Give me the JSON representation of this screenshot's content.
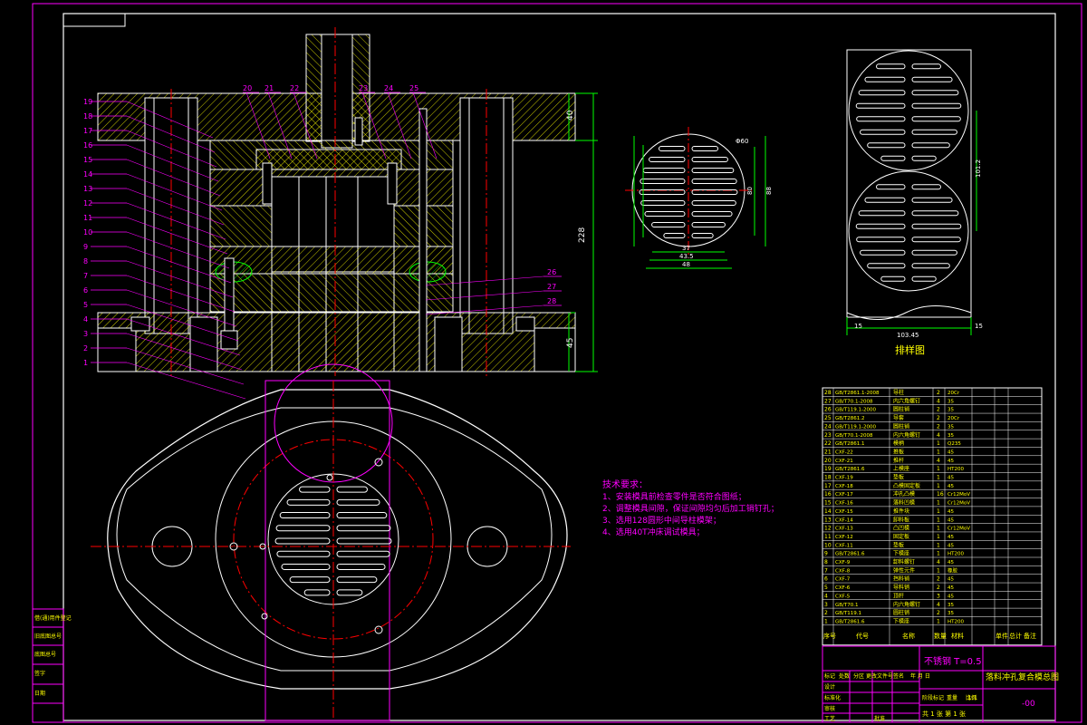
{
  "drawing": {
    "background": "#000000",
    "colors": {
      "frame": "#ff00ff",
      "outline": "#ffffff",
      "hatch": "#ffff00",
      "dimension": "#00ff00",
      "center": "#ff0000",
      "text": "#ff00ff"
    },
    "part_leaders_left": [
      "19",
      "18",
      "17",
      "16",
      "15",
      "14",
      "13",
      "12",
      "11",
      "10",
      "9",
      "8",
      "7",
      "6",
      "5",
      "4",
      "3",
      "2",
      "1"
    ],
    "part_leaders_top": [
      "20",
      "21",
      "22",
      "23",
      "24",
      "25"
    ],
    "part_leaders_right": [
      "26",
      "27",
      "28"
    ],
    "dims_section": {
      "top": "40",
      "height": "228",
      "bottom": "45"
    },
    "dims_part": {
      "d1": "Φ60",
      "d2": "80",
      "d3": "88",
      "w1": "37",
      "w2": "43.5",
      "w3": "48"
    },
    "strip": {
      "title": "排样图",
      "pitch": "101.2",
      "width": "103.45",
      "edge_left": "15",
      "edge_right": "15"
    },
    "tech_requirements": {
      "title": "技术要求：",
      "items": [
        "1、安装模具前检查零件是否符合图纸；",
        "2、调整模具间隙，保证间隙均匀后加工销钉孔；",
        "3、选用128圆形中间导柱模架；",
        "4、选用40T冲床调试模具；"
      ]
    },
    "title_block": {
      "material": "不锈钢 T=0.5",
      "drawing_name": "落料冲孔复合模总图",
      "scale": "1:1",
      "sheet_info": "共 1 张 第 1 张",
      "code": "-00",
      "revision_labels": [
        "标记",
        "处数",
        "分区",
        "更改文件号",
        "签名",
        "年 月 日"
      ],
      "role_labels": [
        "设计",
        "标准化",
        "审核",
        "工艺",
        "批准"
      ],
      "stage_labels": [
        "阶段标记",
        "重量",
        "比例"
      ]
    },
    "left_side_labels": [
      "借(通)用件登记",
      "旧底图总号",
      "底图总号",
      "签字",
      "日期"
    ],
    "bom_header": [
      "序号",
      "代号",
      "名称",
      "数量",
      "材料",
      "单件",
      "总计",
      "备注"
    ],
    "bom_rows": [
      [
        "28",
        "GB/T2861.1-2008",
        "导柱",
        "2",
        "20Cr"
      ],
      [
        "27",
        "GB/T70.1-2008",
        "内六角螺钉",
        "4",
        "35"
      ],
      [
        "26",
        "GB/T119.1-2000",
        "圆柱销",
        "2",
        "35"
      ],
      [
        "25",
        "GB/T2861.2",
        "导套",
        "2",
        "20Cr"
      ],
      [
        "24",
        "GB/T119.1-2000",
        "圆柱销",
        "2",
        "35"
      ],
      [
        "23",
        "GB/T70.1-2008",
        "内六角螺钉",
        "4",
        "35"
      ],
      [
        "22",
        "GB/T2861.1",
        "模柄",
        "1",
        "Q235"
      ],
      [
        "21",
        "CXF-22",
        "推板",
        "1",
        "45"
      ],
      [
        "20",
        "CXF-21",
        "推杆",
        "4",
        "45"
      ],
      [
        "19",
        "GB/T2861.6",
        "上模座",
        "1",
        "HT200"
      ],
      [
        "18",
        "CXF-19",
        "垫板",
        "1",
        "45"
      ],
      [
        "17",
        "CXF-18",
        "凸模固定板",
        "1",
        "45"
      ],
      [
        "16",
        "CXF-17",
        "冲孔凸模",
        "16",
        "Cr12MoV"
      ],
      [
        "15",
        "CXF-16",
        "落料凹模",
        "1",
        "Cr12MoV"
      ],
      [
        "14",
        "CXF-15",
        "推件块",
        "1",
        "45"
      ],
      [
        "13",
        "CXF-14",
        "卸料板",
        "1",
        "45"
      ],
      [
        "12",
        "CXF-13",
        "凸凹模",
        "1",
        "Cr12MoV"
      ],
      [
        "11",
        "CXF-12",
        "固定板",
        "1",
        "45"
      ],
      [
        "10",
        "CXF-11",
        "垫板",
        "1",
        "45"
      ],
      [
        "9",
        "GB/T2861.6",
        "下模座",
        "1",
        "HT200"
      ],
      [
        "8",
        "CXF-9",
        "卸料螺钉",
        "4",
        "45"
      ],
      [
        "7",
        "CXF-8",
        "弹性元件",
        "1",
        "橡胶"
      ],
      [
        "6",
        "CXF-7",
        "挡料销",
        "2",
        "45"
      ],
      [
        "5",
        "CXF-6",
        "导料销",
        "2",
        "45"
      ],
      [
        "4",
        "CXF-5",
        "顶杆",
        "3",
        "45"
      ],
      [
        "3",
        "GB/T70.1",
        "内六角螺钉",
        "4",
        "35"
      ],
      [
        "2",
        "GB/T119.1",
        "圆柱销",
        "2",
        "35"
      ],
      [
        "1",
        "GB/T2861.6",
        "下模座",
        "1",
        "HT200"
      ]
    ]
  }
}
